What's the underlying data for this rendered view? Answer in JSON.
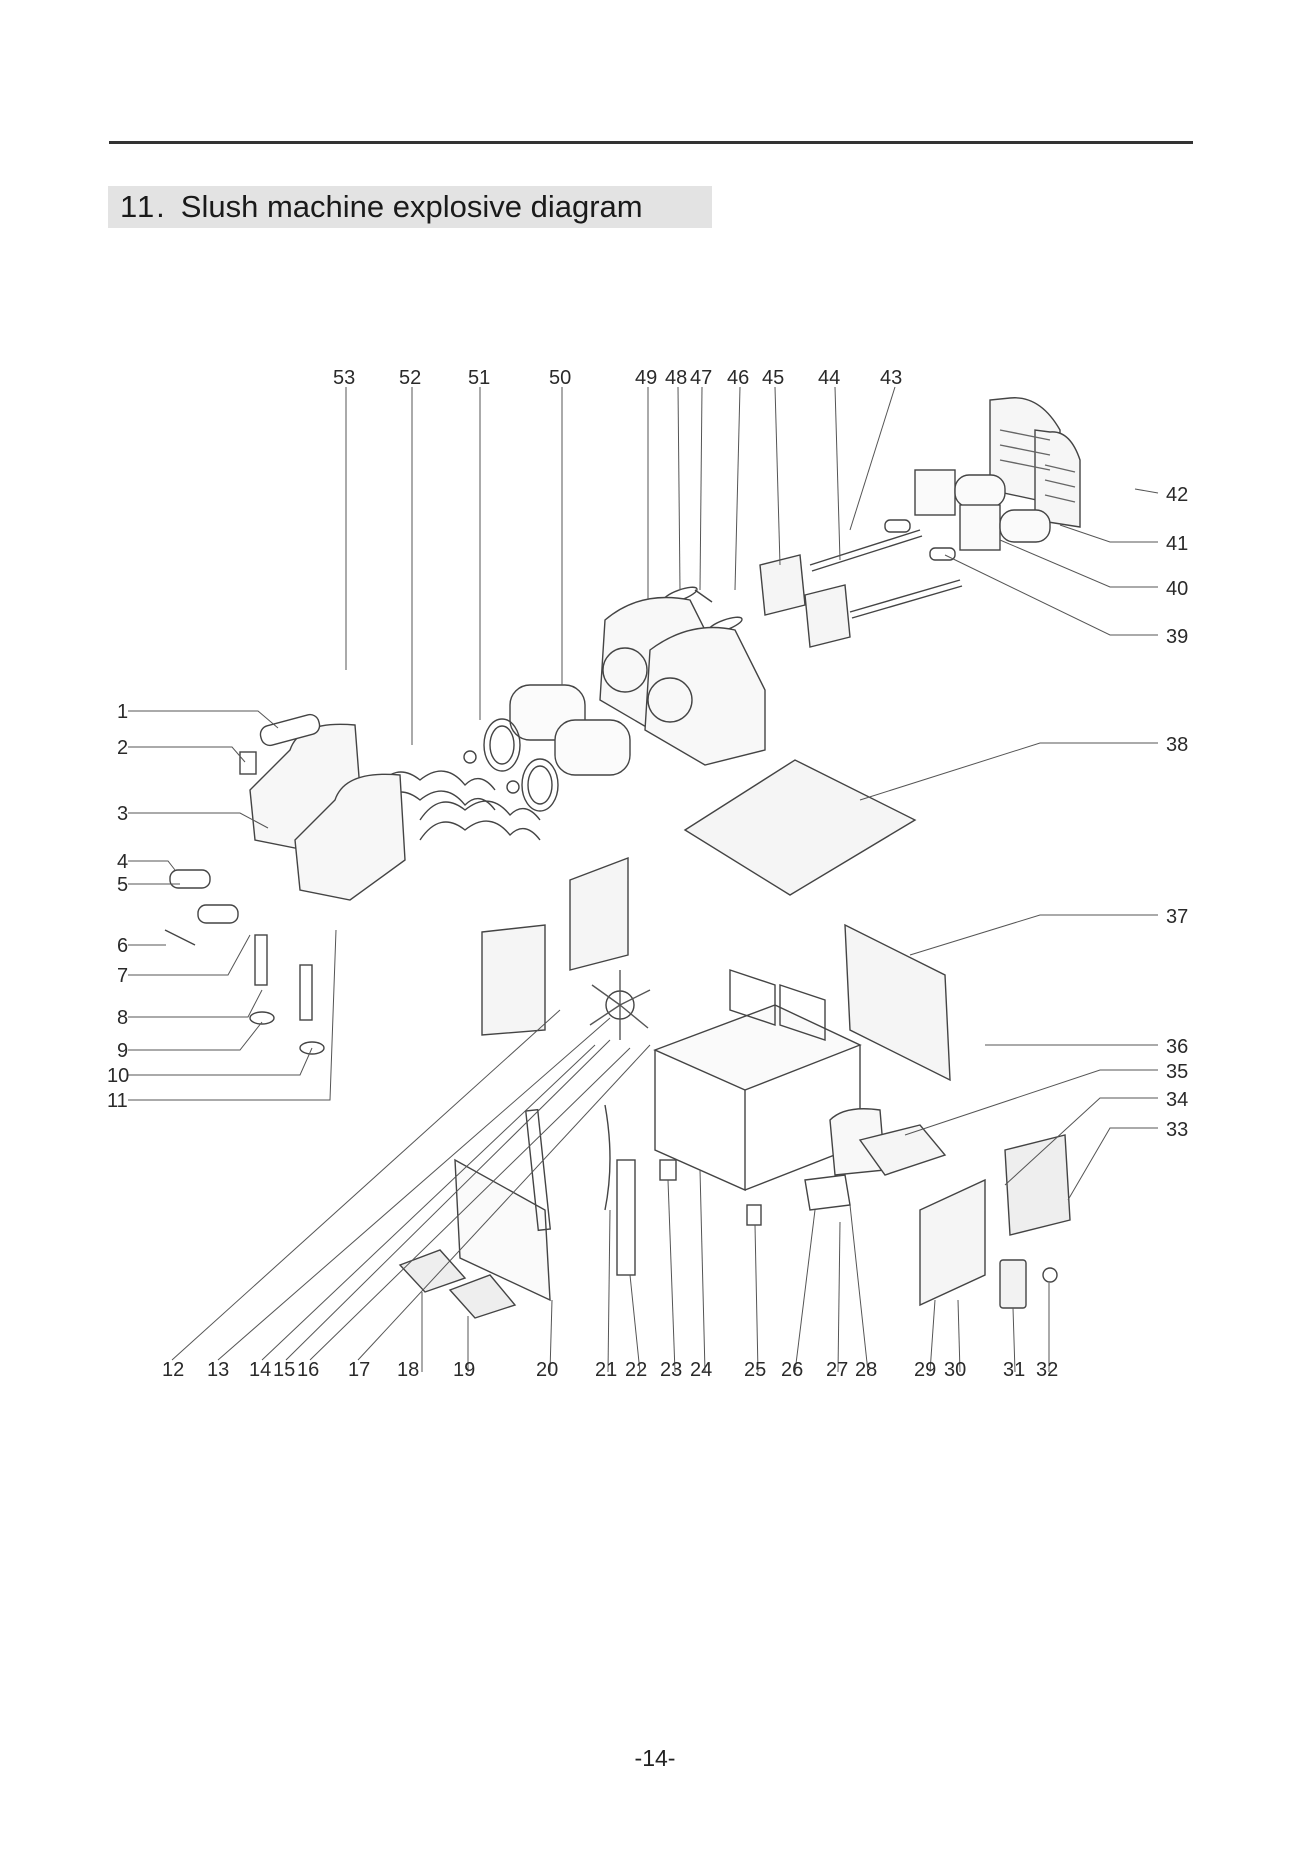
{
  "header": {
    "section_number": "11.",
    "section_title": "Slush machine explosive diagram"
  },
  "diagram": {
    "callout_labels": [
      "1",
      "2",
      "3",
      "4",
      "5",
      "6",
      "7",
      "8",
      "9",
      "10",
      "11",
      "12",
      "13",
      "14",
      "15",
      "16",
      "17",
      "18",
      "19",
      "20",
      "21",
      "22",
      "23",
      "24",
      "25",
      "26",
      "27",
      "28",
      "29",
      "30",
      "31",
      "32",
      "33",
      "34",
      "35",
      "36",
      "37",
      "38",
      "39",
      "40",
      "41",
      "42",
      "43",
      "44",
      "45",
      "46",
      "47",
      "48",
      "49",
      "50",
      "51",
      "52",
      "53"
    ]
  },
  "footer": {
    "page_number": "-14-"
  }
}
